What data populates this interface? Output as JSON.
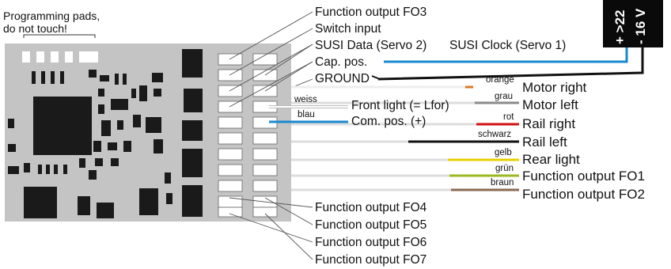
{
  "note": {
    "line1": "Programming pads,",
    "line2": "do not touch!"
  },
  "left_labels": {
    "fo3": "Function output FO3",
    "switch": "Switch input",
    "susi_data": "SUSI Data (Servo 2)",
    "susi_clock": "SUSI Clock (Servo 1)",
    "cap_pos": "Cap. pos.",
    "ground": "GROUND",
    "fo4": "Function output  FO4",
    "fo5": "Function output  FO5",
    "fo6": "Function output  FO6",
    "fo7": "Function output  FO7"
  },
  "wires": {
    "weiss": "weiss",
    "blau": "blau",
    "front_light": "Front light (= Lfor)",
    "com_pos": "Com. pos. (+)"
  },
  "right_wires": [
    {
      "color_name": "orange",
      "label": "Motor right",
      "color": "#e07820"
    },
    {
      "color_name": "grau",
      "label": "Motor left",
      "color": "#8a8a8a"
    },
    {
      "color_name": "rot",
      "label": "Rail right",
      "color": "#d01010"
    },
    {
      "color_name": "schwarz",
      "label": "Rail left",
      "color": "#111111"
    },
    {
      "color_name": "gelb",
      "label": "Rear light",
      "color": "#e8d000"
    },
    {
      "color_name": "grün",
      "label": "Function output  FO1",
      "color": "#9ab820"
    },
    {
      "color_name": "braun",
      "label": "Function output  FO2",
      "color": "#8a6a50"
    }
  ],
  "supply": {
    "plus": "+ >22",
    "minus": "- 16 V"
  },
  "colors": {
    "board": "#c4c4c4",
    "chip": "#1a1a1a",
    "blue_wire": "#1a8ad0"
  }
}
